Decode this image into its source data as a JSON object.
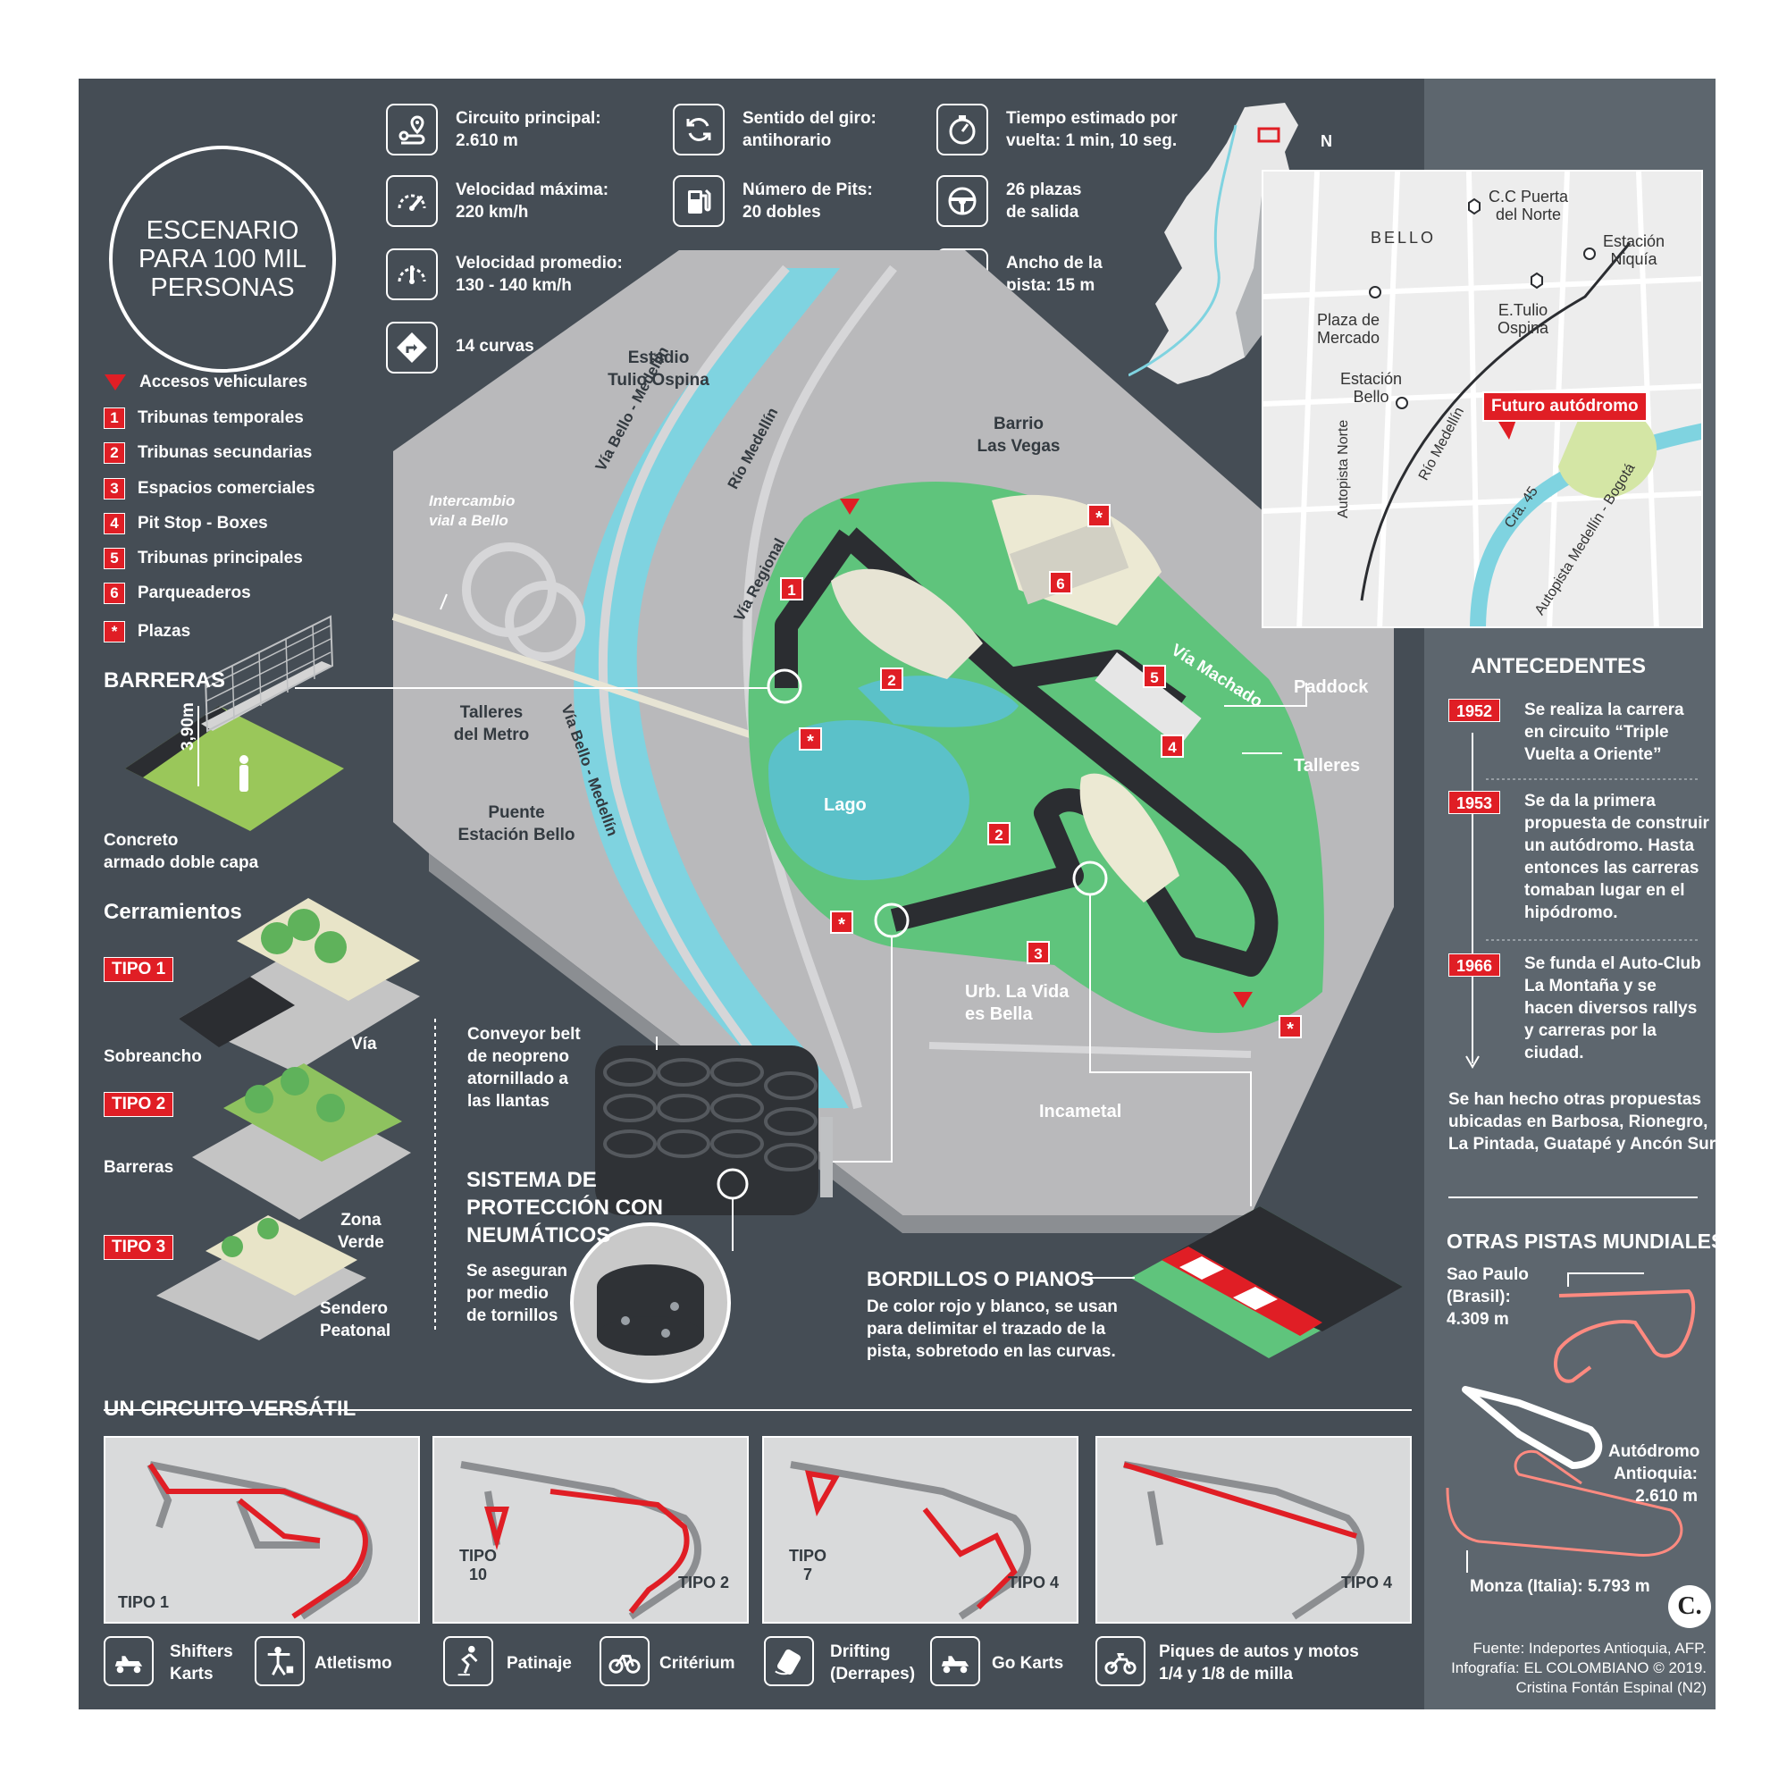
{
  "header": {
    "circle_text": [
      "ESCENARIO",
      "PARA 100 MIL",
      "PERSONAS"
    ],
    "stats": [
      {
        "icon": "location-track-icon",
        "lines": [
          "Circuito principal:",
          "2.610 m"
        ]
      },
      {
        "icon": "speedometer-icon",
        "lines": [
          "Velocidad máxima:",
          "220 km/h"
        ]
      },
      {
        "icon": "speedometer-mid-icon",
        "lines": [
          "Velocidad promedio:",
          "130 - 140 km/h"
        ]
      },
      {
        "icon": "turn-sign-icon",
        "lines": [
          "14 curvas"
        ]
      },
      {
        "icon": "rotate-icon",
        "lines": [
          "Sentido del giro:",
          "antihorario"
        ]
      },
      {
        "icon": "fuel-pump-icon",
        "lines": [
          "Número de Pits:",
          "20 dobles"
        ]
      },
      {
        "icon": "stopwatch-icon",
        "lines": [
          "Tiempo estimado por",
          "vuelta: 1 min, 10 seg."
        ]
      },
      {
        "icon": "steering-wheel-icon",
        "lines": [
          "26 plazas",
          "de salida"
        ]
      },
      {
        "icon": "track-width-icon",
        "lines": [
          "Ancho de la",
          "pista: 15 m"
        ]
      }
    ]
  },
  "legend": {
    "access": "Accesos vehiculares",
    "items": [
      {
        "badge": "1",
        "label": "Tribunas temporales"
      },
      {
        "badge": "2",
        "label": "Tribunas secundarias"
      },
      {
        "badge": "3",
        "label": "Espacios comerciales"
      },
      {
        "badge": "4",
        "label": "Pit Stop - Boxes"
      },
      {
        "badge": "5",
        "label": "Tribunas principales"
      },
      {
        "badge": "6",
        "label": "Parqueaderos"
      },
      {
        "badge": "*",
        "label": "Plazas"
      }
    ]
  },
  "barreras": {
    "title": "BARRERAS",
    "height": "3,90m",
    "caption": [
      "Concreto",
      "armado doble capa"
    ]
  },
  "cerramientos": {
    "title": "Cerramientos",
    "tipo1": {
      "label": "TIPO 1",
      "notes": [
        "Sobreancho",
        "Vía"
      ]
    },
    "tipo2": {
      "label": "TIPO 2",
      "notes": [
        "Barreras",
        "Zona",
        "Verde"
      ]
    },
    "tipo3": {
      "label": "TIPO 3",
      "notes": [
        "Sendero",
        "Peatonal"
      ]
    }
  },
  "map_labels": {
    "estadio": [
      "Estadio",
      "Tulio Ospina"
    ],
    "barrio": [
      "Barrio",
      "Las Vegas"
    ],
    "intercambio": [
      "Intercambio",
      "vial a Bello"
    ],
    "via_bello_1": "Vía Bello - Medellín",
    "rio": "Río Medellín",
    "via_regional": "Vía Regional",
    "talleres_metro": [
      "Talleres",
      "del Metro"
    ],
    "puente": [
      "Puente",
      "Estación Bello"
    ],
    "via_bello_2": "Vía Bello - Medellín",
    "lago": "Lago",
    "via_machado": "Vía Machado",
    "paddock": "Paddock",
    "talleres": "Talleres",
    "urb": [
      "Urb. La Vida",
      "es Bella"
    ],
    "incametal": "Incametal"
  },
  "neumaticos": {
    "conveyor": [
      "Conveyor belt",
      "de neopreno",
      "atornillado a",
      "las llantas"
    ],
    "title": [
      "SISTEMA DE",
      "PROTECCIÓN CON",
      "NEUMÁTICOS"
    ],
    "desc": [
      "Se aseguran",
      "por medio",
      "de tornillos"
    ]
  },
  "bordillos": {
    "title": "BORDILLOS O PIANOS",
    "desc": [
      "De color rojo y blanco, se usan",
      "para delimitar el trazado de la",
      "pista, sobretodo en las curvas."
    ]
  },
  "locator": {
    "north": "N",
    "cc": [
      "C.C Puerta",
      "del Norte"
    ],
    "bello": "BELLO",
    "niquia": [
      "Estación",
      "Niquía"
    ],
    "plaza": [
      "Plaza de",
      "Mercado"
    ],
    "tulio": [
      "E.Tulio",
      "Ospina"
    ],
    "est_bello": [
      "Estación",
      "Bello"
    ],
    "futuro": "Futuro autódromo",
    "autopista_norte": "Autopista Norte",
    "rio": "Río Medellín",
    "cra": "Cra. 45",
    "autopista_mb": "Autopista Medellín - Bogotá"
  },
  "antecedentes": {
    "title": "ANTECEDENTES",
    "events": [
      {
        "year": "1952",
        "lines": [
          "Se realiza la carrera",
          "en circuito “Triple",
          "Vuelta a Oriente”"
        ]
      },
      {
        "year": "1953",
        "lines": [
          "Se da la primera",
          "propuesta de construir",
          "un autódromo. Hasta",
          "entonces las carreras",
          "tomaban lugar en el",
          "hipódromo."
        ]
      },
      {
        "year": "1966",
        "lines": [
          "Se funda el Auto-Club",
          "La Montaña y se",
          "hacen diversos rallys",
          "y carreras por la",
          "ciudad."
        ]
      }
    ],
    "note": [
      "Se han hecho otras propuestas",
      "ubicadas en Barbosa, Rionegro,",
      "La Pintada, Guatapé y Ancón Sur."
    ]
  },
  "otras_pistas": {
    "title": "OTRAS PISTAS MUNDIALES",
    "sao_paulo": [
      "Sao Paulo",
      "(Brasil):",
      "4.309 m"
    ],
    "antioquia": [
      "Autódromo",
      "Antioquia:",
      "2.610 m"
    ],
    "monza": "Monza (Italia): 5.793 m"
  },
  "versatil": {
    "title": "UN CIRCUITO VERSÁTIL",
    "panel1": [
      "TIPO 1"
    ],
    "panel2": [
      "TIPO",
      "10",
      "TIPO 2"
    ],
    "panel3": [
      "TIPO",
      "7",
      "TIPO 4"
    ],
    "panel4": [
      "TIPO 4"
    ],
    "activities": [
      {
        "icon": "kart-icon",
        "lines": [
          "Shifters",
          "Karts"
        ]
      },
      {
        "icon": "runner-finish-icon",
        "lines": [
          "Atletismo"
        ]
      },
      {
        "icon": "skater-icon",
        "lines": [
          "Patinaje"
        ]
      },
      {
        "icon": "bicycle-icon",
        "lines": [
          "Critérium"
        ]
      },
      {
        "icon": "drifting-car-icon",
        "lines": [
          "Drifting",
          "(Derrapes)"
        ]
      },
      {
        "icon": "go-kart-icon",
        "lines": [
          "Go Karts"
        ]
      },
      {
        "icon": "motorcycle-icon",
        "lines": [
          "Piques de autos y motos",
          "1/4 y 1/8 de milla"
        ]
      }
    ]
  },
  "credits": {
    "logo": "C.",
    "lines": [
      "Fuente: Indeportes Antioquia, AFP.",
      "Infografía: EL COLOMBIANO © 2019.",
      "Cristina Fontán Espinal (N2)"
    ]
  },
  "colors": {
    "accent": "#e01e25",
    "bg": "#454d55",
    "sidebar": "#5d666e",
    "water": "#7fd3e0",
    "grass": "#5fc47c"
  }
}
